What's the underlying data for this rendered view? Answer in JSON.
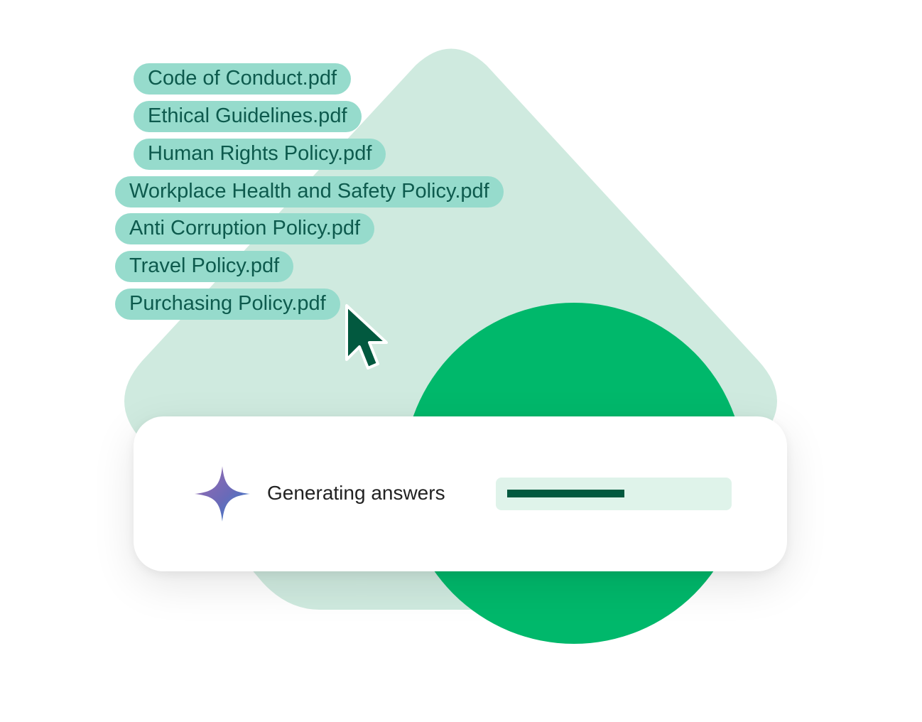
{
  "files": [
    "Code of Conduct.pdf",
    "Ethical Guidelines.pdf",
    "Human Rights Policy.pdf",
    "Workplace Health and Safety Policy.pdf",
    "Anti Corruption Policy.pdf",
    "Travel Policy.pdf",
    "Purchasing Policy.pdf"
  ],
  "status": {
    "label": "Generating answers",
    "progress": 0.55
  },
  "icons": {
    "status": "sparkle-icon",
    "pointer": "mouse-cursor-icon"
  },
  "colors": {
    "chip_bg": "#96dbcc",
    "chip_text": "#0d5a4d",
    "triangle": "#cfeadf",
    "circle": "#00b86b",
    "progress_track": "#dff3ea",
    "progress_fill": "#02593f"
  }
}
